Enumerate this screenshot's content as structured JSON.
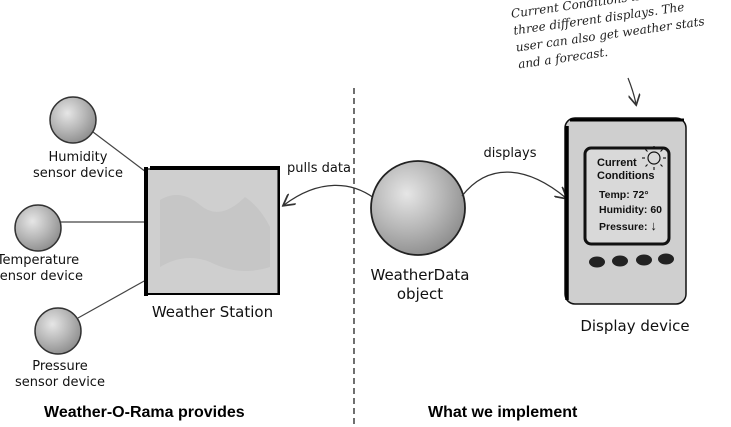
{
  "left_section": {
    "heading": "Weather-O-Rama provides",
    "sensors": [
      {
        "label_line1": "Humidity",
        "label_line2": "sensor device"
      },
      {
        "label_line1": "Temperature",
        "label_line2": "sensor device"
      },
      {
        "label_line1": "Pressure",
        "label_line2": "sensor device"
      }
    ],
    "station_label": "Weather Station"
  },
  "right_section": {
    "heading": "What we implement",
    "weatherdata_line1": "WeatherData",
    "weatherdata_line2": "object",
    "pulls_label": "pulls data",
    "displays_label": "displays",
    "display_label": "Display device",
    "screen": {
      "title_line1": "Current",
      "title_line2": "Conditions",
      "temp": "Temp: 72°",
      "humidity": "Humidity: 60",
      "pressure": "Pressure:",
      "pressure_arrow": "↓",
      "weather_icon": "sun-icon"
    }
  },
  "annotation": {
    "lines": [
      "Current Conditions is  one of",
      "three different displays. The",
      "user can also get weather stats",
      "and a forecast."
    ]
  },
  "colors": {
    "sphere_fill": "#b8b8b8",
    "device_body": "#cfcfcf",
    "ink": "#111111"
  }
}
